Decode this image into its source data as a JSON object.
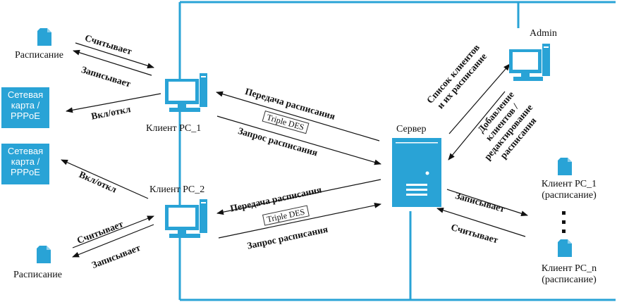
{
  "colors": {
    "accent": "#29a3d6",
    "line": "#111111"
  },
  "nodes": {
    "schedule_top": "Расписание",
    "schedule_bottom": "Расписание",
    "net_card_1": [
      "Сетевая",
      "карта /",
      "PPPoE"
    ],
    "net_card_2": [
      "Сетевая",
      "карта /",
      "PPPoE"
    ],
    "client1": "Клиент PC_1",
    "client2": "Клиент PC_2",
    "server": "Сервер",
    "admin": "Admin",
    "sched_pc1": [
      "Клиент PC_1",
      "(расписание)"
    ],
    "sched_pcn": [
      "Клиент PC_n",
      "(расписание)"
    ]
  },
  "arrows": {
    "reads_top": "Считывает",
    "writes_top": "Записывает",
    "onoff_1": "Вкл/откл",
    "onoff_2": "Вкл/откл",
    "reads_bottom": "Считывает",
    "writes_bottom": "Записывает",
    "transfer_1": "Передача расписания",
    "request_1": "Запрос расписания",
    "transfer_2": "Передача расписания",
    "request_2": "Запрос расписания",
    "des_1": "Triple DES",
    "des_2": "Triple DES",
    "client_list": [
      "Список клиентов",
      "и их расписание"
    ],
    "add_clients": [
      "Добавление",
      "клиентов /",
      "редактирование",
      "расписания"
    ],
    "writes_right": "Записывает",
    "reads_right": "Считывает"
  },
  "icons": [
    "document-icon",
    "computer-icon",
    "server-icon",
    "dots-icon"
  ]
}
